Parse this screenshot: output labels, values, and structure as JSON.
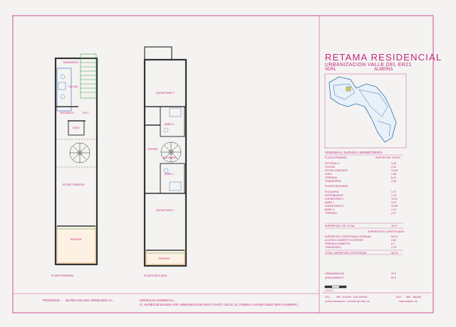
{
  "project": {
    "title": "RETAMA RESIDENCIAL",
    "subtitle": "URBANIZACION VALLE DEL ER21",
    "tag": "SDRL",
    "city": "ALMERIA"
  },
  "unit": {
    "heading": "VIVIENDA 5. DUPLEX 2 DORMITORIOS",
    "floor1": "PLANTA PRIMERA",
    "useful_header": "SUPERFICIE UTILES",
    "floor1_rooms": [
      {
        "name": "VESTIBULO",
        "area": "3.26"
      },
      {
        "name": "COCINA",
        "area": "4.31"
      },
      {
        "name": "ESTAR-COMEDOR",
        "area": "13.89"
      },
      {
        "name": "ASEO",
        "area": "1.86"
      },
      {
        "name": "TERRAZA",
        "area": "6.41"
      },
      {
        "name": "TENDEDERO",
        "area": "2.06"
      }
    ],
    "floor2": "PLANTA SEGUNDA",
    "floor2_rooms": [
      {
        "name": "ESCALERA",
        "area": "2.72"
      },
      {
        "name": "DISTRIBUIDOR",
        "area": "1.76"
      },
      {
        "name": "DORMITORIO 1",
        "area": "13.21"
      },
      {
        "name": "BAÑO 1",
        "area": "4.22"
      },
      {
        "name": "DORMITORIO 2",
        "area": "13.98"
      },
      {
        "name": "BAÑO 2",
        "area": "4.14"
      },
      {
        "name": "TERRAZA",
        "area": "2.27"
      }
    ],
    "useful_total_label": "SUPERFICIE UTIL TOTAL",
    "useful_total": "78.17",
    "built_header": "SUPERFICIES CONSTRUIDAS",
    "built_rows": [
      {
        "name": "SUPERFICIE CONSTRUIDA CERRADA",
        "area": "84.24"
      },
      {
        "name": "ACCESO CUBIERTO EXTERIOR",
        "area": "2.81"
      },
      {
        "name": "TERRAZA CUBIERTA",
        "area": "6.7"
      },
      {
        "name": "TENDEDERO",
        "area": "2.15"
      }
    ],
    "built_total_label": "TOTAL SUPERFICIE CONSTRUIDA",
    "built_total": "98.76"
  },
  "plans": {
    "floor1_caption": "PLANTA PRIMERA",
    "floor2_caption": "PLANTA SEGUNDA",
    "floor1_labels": {
      "tendedero": "TENDEDERO",
      "cocina": "COCINA",
      "vestibulo": "VESTIBULO",
      "area": "78.17",
      "aseo": "ASEO",
      "estar": "ESTAR-COMEDOR",
      "terraza": "TERRAZA"
    },
    "floor2_labels": {
      "dorm2": "DORMITORIO 2",
      "bano2": "BAÑO 2",
      "distrib": "DISTRIB.",
      "escalera": "ESCALERA",
      "bano1": "BAÑO 1",
      "dorm1": "DORMITORIO 1",
      "terraza": "TERRAZA"
    }
  },
  "legend": {
    "row1_label": "URBANIZACION",
    "row1_value": "Nº 5",
    "row2_label": "APARTAMENTO",
    "row2_value": "Nº 5",
    "scale": "0  0.5  1",
    "tel_label": "TEL :",
    "tel_value": "950 - 617044  -  618 193230",
    "fax_label": "FAX :",
    "fax_value": "950 - 480309",
    "email": "correo electronico : fomulas @ retal. es",
    "web": "www.retamu. es"
  },
  "footer": {
    "promoter_label": "PROMUEVE :",
    "promoter": "IBAÑEZ SOLANO HERMANOS S.L.",
    "address_label": "DOMICILIO COMERCIAL :",
    "address": "C/. NUÑEZ DE BALBOA S/N. URBANIZACION VERA COAST, LOCAL 10, PUEBLO LAGUNA 04620 VERA (ALMERIA)"
  },
  "colors": {
    "ink": "#c2267e",
    "wall": "#333333",
    "stair_green": "#3aa04a",
    "kitchen_blue": "#3c7fc0",
    "terrace_orange": "#e08a2c",
    "site_blue": "#2e6fb0"
  }
}
